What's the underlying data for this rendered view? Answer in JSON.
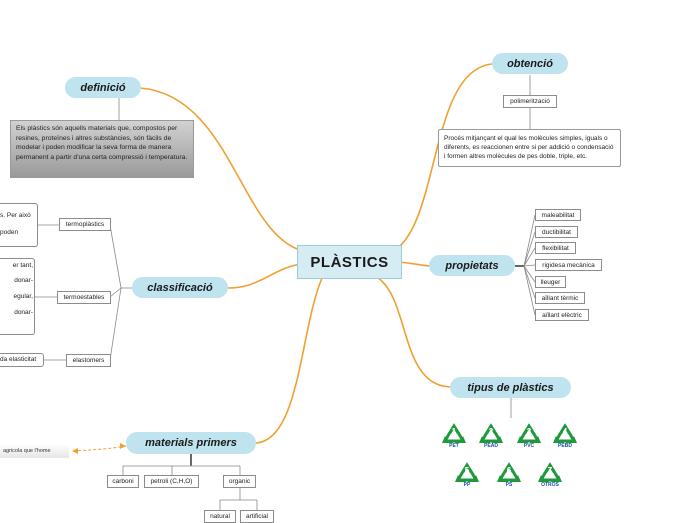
{
  "central": {
    "title": "PLÀSTICS"
  },
  "definicio": {
    "label": "definició",
    "text": "Els plàstics són aquells materials que, compostos per resines, proteïnes i altres substàncies, són fàcils de modelar i poden modificar la seva forma de manera permanent a partir d'una certa compressió i temperatura."
  },
  "obtencio": {
    "label": "obtenció",
    "sub": "polimerització",
    "text": "Procés mitjançant el qual les molècules simples, iguals o diferents, es reaccionen entre si per addició o condensació i formen altres molècules de pes doble, triple, etc."
  },
  "classificacio": {
    "label": "classificació",
    "items": [
      {
        "label": "termoplàstics",
        "fragments": [
          "s. Per això",
          "poden"
        ]
      },
      {
        "label": "termoestables",
        "fragments": [
          "er tant,",
          "donar-",
          "egular,",
          "donar-"
        ]
      },
      {
        "label": "elastomers",
        "fragments": [
          "da elasticitat"
        ]
      }
    ]
  },
  "propietats": {
    "label": "propietats",
    "items": [
      "maleabilitat",
      "ductibilitat",
      "flexibilitat",
      "rigidesa mecànica",
      "lleuger",
      "aïllant tèrmic",
      "aïllant elèctric"
    ]
  },
  "tipus": {
    "label": "tipus de plàstics",
    "icons": [
      {
        "num": "1",
        "code": "PET",
        "icon": "recycle-1-pet-icon"
      },
      {
        "num": "2",
        "code": "PEAD",
        "icon": "recycle-2-pead-icon"
      },
      {
        "num": "3",
        "code": "PVC",
        "icon": "recycle-3-pvc-icon"
      },
      {
        "num": "4",
        "code": "PEBD",
        "icon": "recycle-4-pebd-icon"
      },
      {
        "num": "5",
        "code": "PP",
        "icon": "recycle-5-pp-icon"
      },
      {
        "num": "6",
        "code": "PS",
        "icon": "recycle-6-ps-icon"
      },
      {
        "num": "7",
        "code": "OTROS",
        "icon": "recycle-7-otros-icon"
      }
    ]
  },
  "materials": {
    "label": "materials primers",
    "link_note": "agricola que l'home",
    "items": [
      {
        "label": "carboni"
      },
      {
        "label": "petroli (C,H,O)"
      },
      {
        "label": "organic",
        "children": [
          "natural",
          "artificial"
        ]
      }
    ]
  },
  "colors": {
    "branch": "#f0a030",
    "topic": "#bfe4ef",
    "central": "#d6ecf3",
    "recycle": "#1e9a3c"
  }
}
